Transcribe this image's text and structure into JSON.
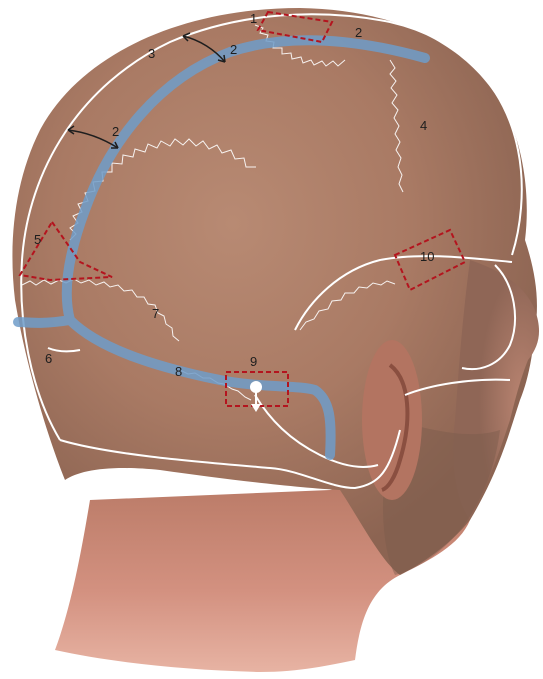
{
  "figure": {
    "labels": {
      "l1": "1",
      "l2a": "2",
      "l2b": "2",
      "l2c": "2",
      "l3": "3",
      "l4": "4",
      "l5": "5",
      "l6": "6",
      "l7": "7",
      "l8": "8",
      "l9": "9",
      "l10": "10"
    },
    "colors": {
      "background": "#ffffff",
      "skin": "#c98f78",
      "skull_outline": "#ffffff",
      "sinus_path": "#6f9cc9",
      "marker_box": "#b4141e",
      "arrow": "#1e1e1e"
    }
  }
}
